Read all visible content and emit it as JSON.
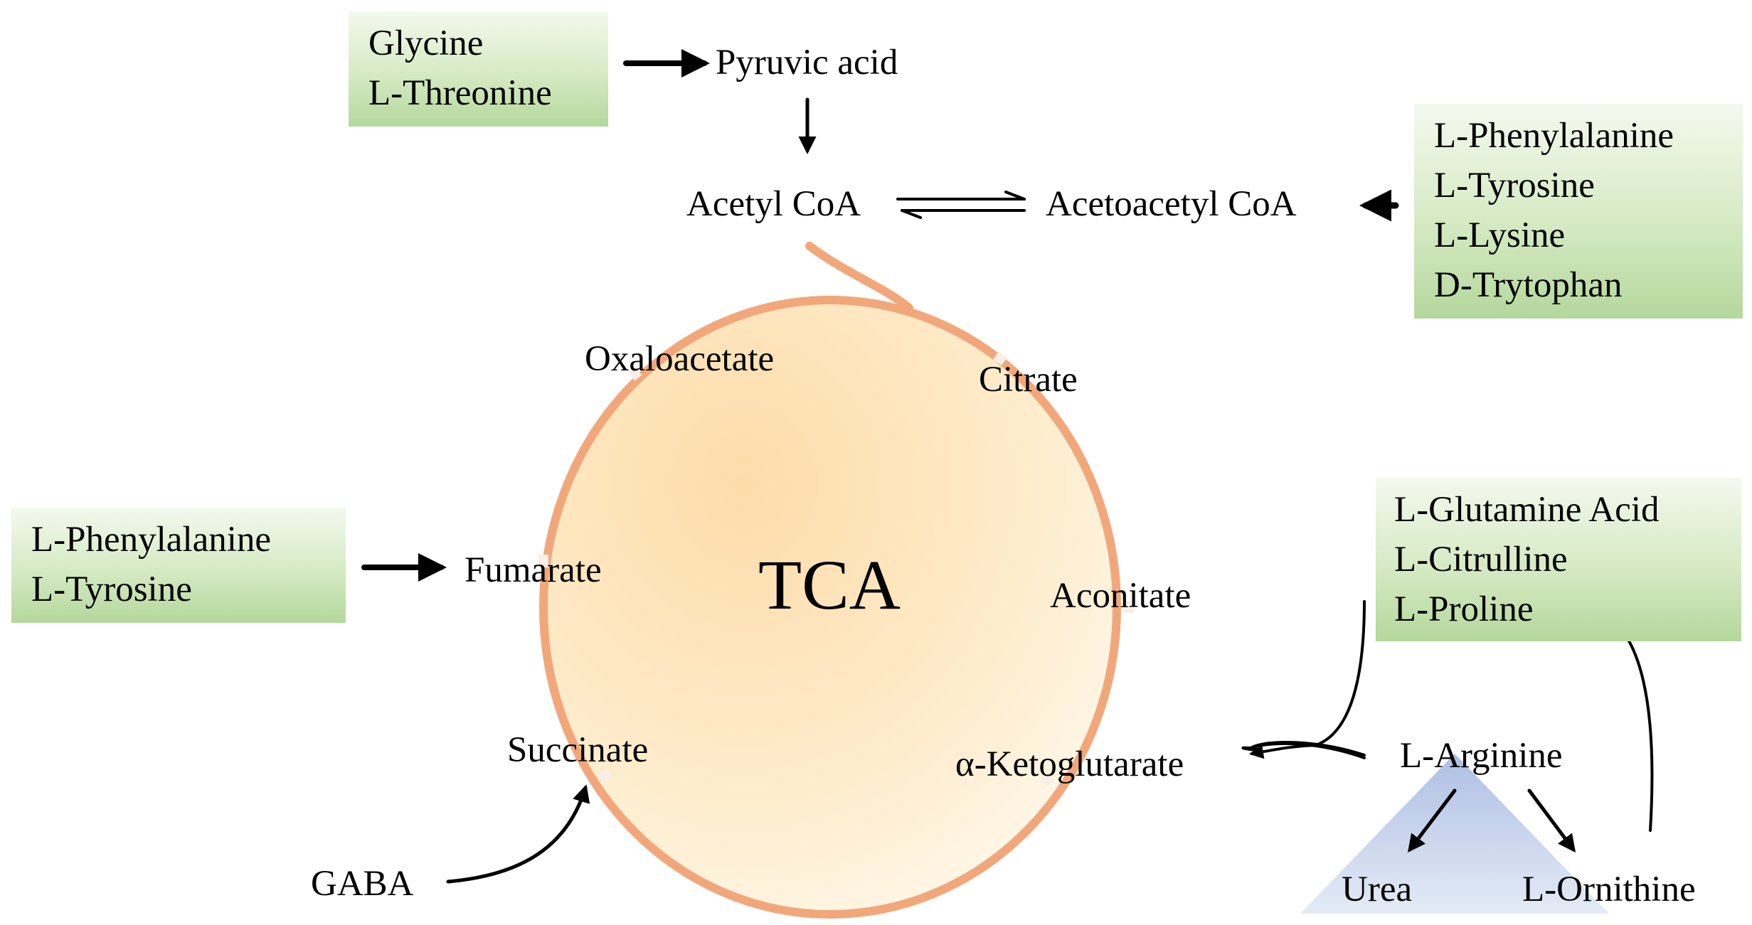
{
  "tca_cycle": {
    "center_label": "TCA",
    "intermediates": {
      "oxaloacetate": "Oxaloacetate",
      "citrate": "Citrate",
      "aconitate": "Aconitate",
      "ketoglutarate": "α-Ketoglutarate",
      "succinate": "Succinate",
      "fumarate": "Fumarate"
    }
  },
  "pathway_nodes": {
    "pyruvic_acid": "Pyruvic acid",
    "acetyl_coa": "Acetyl CoA",
    "acetoacetyl_coa": "Acetoacetyl CoA",
    "gaba": "GABA",
    "l_arginine": "L-Arginine",
    "urea": "Urea",
    "l_ornithine": "L-Ornithine"
  },
  "amino_acid_boxes": {
    "glycine_group": [
      "Glycine",
      "L-Threonine"
    ],
    "ketogenic_group": [
      "L-Phenylalanine",
      "L-Tyrosine",
      "L-Lysine",
      "D-Trytophan"
    ],
    "fumarate_group": [
      "L-Phenylalanine",
      "L-Tyrosine"
    ],
    "glutamate_group": [
      "L-Glutamine Acid",
      "L-Citrulline",
      "L-Proline"
    ]
  },
  "colors": {
    "cycle_stroke": "#f2a77a",
    "cycle_fill": "#fde3b4",
    "box_fill": "#cde4b9",
    "triangle_fill": "#b9c9e8",
    "arrow": "#000000"
  }
}
